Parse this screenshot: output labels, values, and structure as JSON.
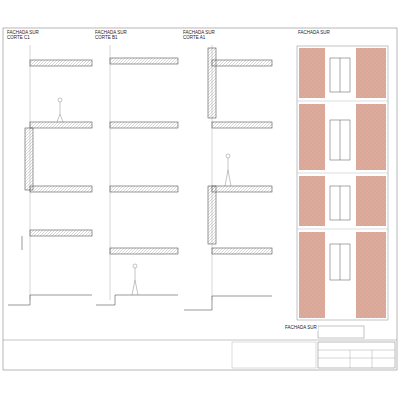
{
  "diagram": {
    "labels": [
      "FACHADA SUR",
      "CORTE C1",
      "FACHADA SUR",
      "CORTE B1",
      "FACHADA SUR",
      "CORTE A1",
      "FACHADA SUR",
      "FACHADA SUR"
    ]
  }
}
